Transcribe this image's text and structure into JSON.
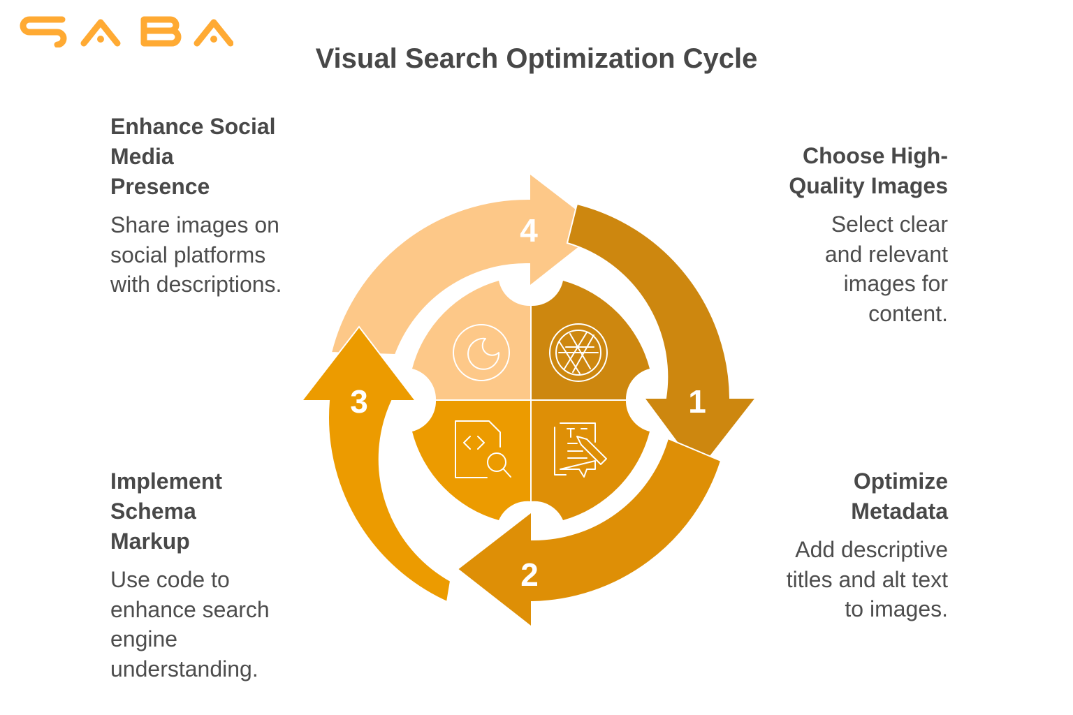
{
  "brand": {
    "logo_text": "SABA",
    "logo_color": "#FFAA33"
  },
  "title": "Visual Search Optimization Cycle",
  "colors": {
    "step1": "#CD870F",
    "step2": "#DE8F06",
    "step3": "#EC9B00",
    "step4": "#FDC888",
    "text": "#484848"
  },
  "steps": [
    {
      "number": "1",
      "title": "Choose High-Quality Images",
      "title_lines": [
        "Choose High-",
        "Quality Images"
      ],
      "description": "Select clear and relevant images for content.",
      "icon": "camera-aperture-icon"
    },
    {
      "number": "2",
      "title": "Optimize Metadata",
      "title_lines": [
        "Optimize",
        "Metadata"
      ],
      "description": "Add descriptive titles and alt text to images.",
      "icon": "document-edit-icon"
    },
    {
      "number": "3",
      "title": "Implement Schema Markup",
      "title_lines": [
        "Implement",
        "Schema",
        "Markup"
      ],
      "description": "Use code to enhance search engine understanding.",
      "icon": "code-file-search-icon"
    },
    {
      "number": "4",
      "title": "Enhance Social Media Presence",
      "title_lines": [
        "Enhance Social",
        "Media",
        "Presence"
      ],
      "description": "Share images on social platforms with descriptions.",
      "icon": "moon-circle-icon"
    }
  ]
}
